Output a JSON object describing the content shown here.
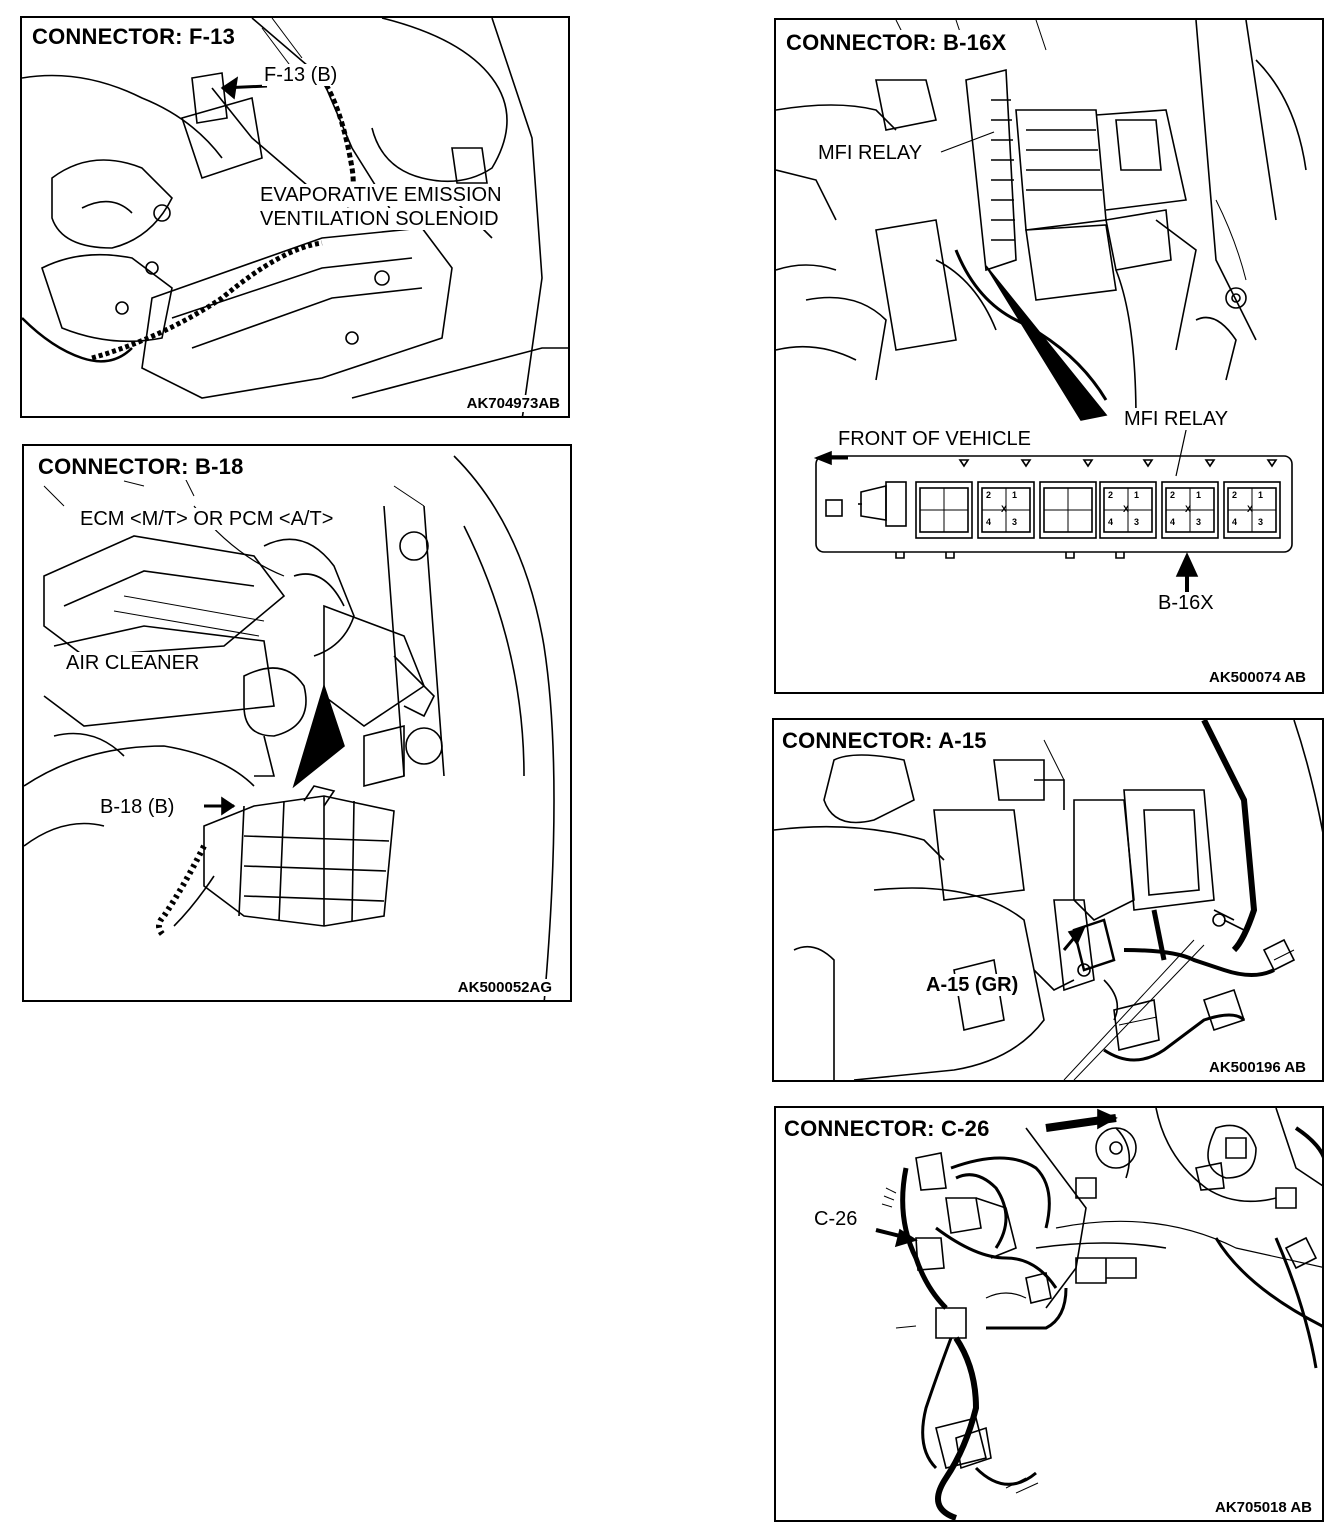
{
  "panels": {
    "f13": {
      "title": "CONNECTOR: F-13",
      "callout": "F-13 (B)",
      "component_line1": "EVAPORATIVE EMISSION",
      "component_line2": "VENTILATION SOLENOID",
      "code": "AK704973AB"
    },
    "b18": {
      "title": "CONNECTOR: B-18",
      "component": "ECM <M/T> OR PCM <A/T>",
      "air_cleaner": "AIR CLEANER",
      "callout": "B-18 (B)",
      "code": "AK500052AG"
    },
    "b16x": {
      "title": "CONNECTOR: B-16X",
      "relay_top": "MFI RELAY",
      "relay_detail": "MFI RELAY",
      "front": "FRONT OF VEHICLE",
      "callout": "B-16X",
      "code": "AK500074 AB",
      "pins": [
        "2",
        "1",
        "4",
        "3"
      ],
      "x_mark": "X"
    },
    "a15": {
      "title": "CONNECTOR: A-15",
      "callout": "A-15 (GR)",
      "code": "AK500196 AB"
    },
    "c26": {
      "title": "CONNECTOR: C-26",
      "callout": "C-26",
      "code": "AK705018 AB"
    }
  },
  "colors": {
    "line": "#000000",
    "background": "#ffffff"
  }
}
